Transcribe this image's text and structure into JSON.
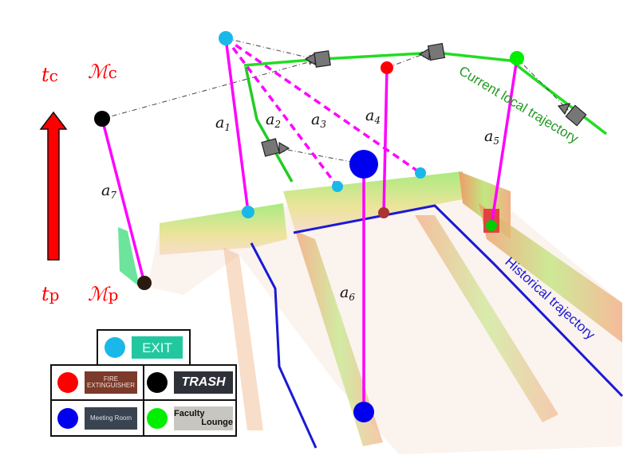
{
  "labels": {
    "tc": "t",
    "tc_sub": "c",
    "tp": "t",
    "tp_sub": "p",
    "mc": "ℳ",
    "mc_sub": "c",
    "mp": "ℳ",
    "mp_sub": "p",
    "a1": "a",
    "a1_sub": "1",
    "a2": "a",
    "a2_sub": "2",
    "a3": "a",
    "a3_sub": "3",
    "a4": "a",
    "a4_sub": "4",
    "a5": "a",
    "a5_sub": "5",
    "a6": "a",
    "a6_sub": "6",
    "a7": "a",
    "a7_sub": "7",
    "current_trajectory": "Current local trajectory",
    "historical_trajectory": "Historical trajectory"
  },
  "legend": {
    "exit": {
      "color": "#1ab8e8",
      "sign": "EXIT"
    },
    "fire": {
      "color": "#ff0000",
      "sign_line1": "FIRE",
      "sign_line2": "EXTINGUISHER"
    },
    "trash": {
      "color": "#000000",
      "sign": "TRASH"
    },
    "meeting": {
      "color": "#0000ee",
      "sign": "Meeting Room"
    },
    "lounge": {
      "color": "#00ee00",
      "sign_line1": "Faculty",
      "sign_line2": "Lounge"
    }
  },
  "colors": {
    "association": "#ff00ff",
    "current": "#22cc22",
    "historical": "#1a1ad6",
    "time_arrow": "#ff0000"
  }
}
